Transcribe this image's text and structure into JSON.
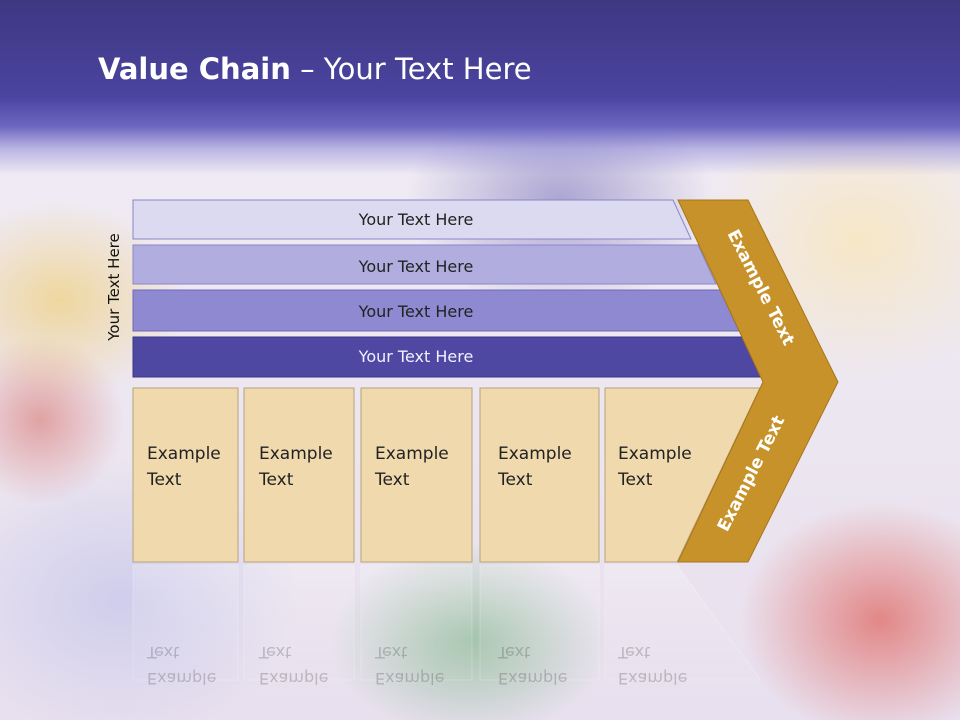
{
  "header": {
    "title_bold": "Value Chain",
    "title_rest": " – Your Text Here"
  },
  "side_label": "Your Text Here",
  "bars": [
    {
      "label": "Your Text Here"
    },
    {
      "label": "Your Text Here"
    },
    {
      "label": "Your Text Here"
    },
    {
      "label": "Your Text Here"
    }
  ],
  "boxes": [
    {
      "line1": "Example",
      "line2": "Text"
    },
    {
      "line1": "Example",
      "line2": "Text"
    },
    {
      "line1": "Example",
      "line2": "Text"
    },
    {
      "line1": "Example",
      "line2": "Text"
    },
    {
      "line1": "Example",
      "line2": "Text"
    }
  ],
  "chevron": {
    "top_label": "Example Text",
    "bottom_label": "Example Text"
  },
  "colors": {
    "header": "#4a44a0",
    "bar_1": "#dcdaf0",
    "bar_2": "#b1addf",
    "bar_3": "#8e89d1",
    "bar_4": "#4e48a2",
    "box_fill": "#efd9ad",
    "chevron": "#c8922a"
  }
}
